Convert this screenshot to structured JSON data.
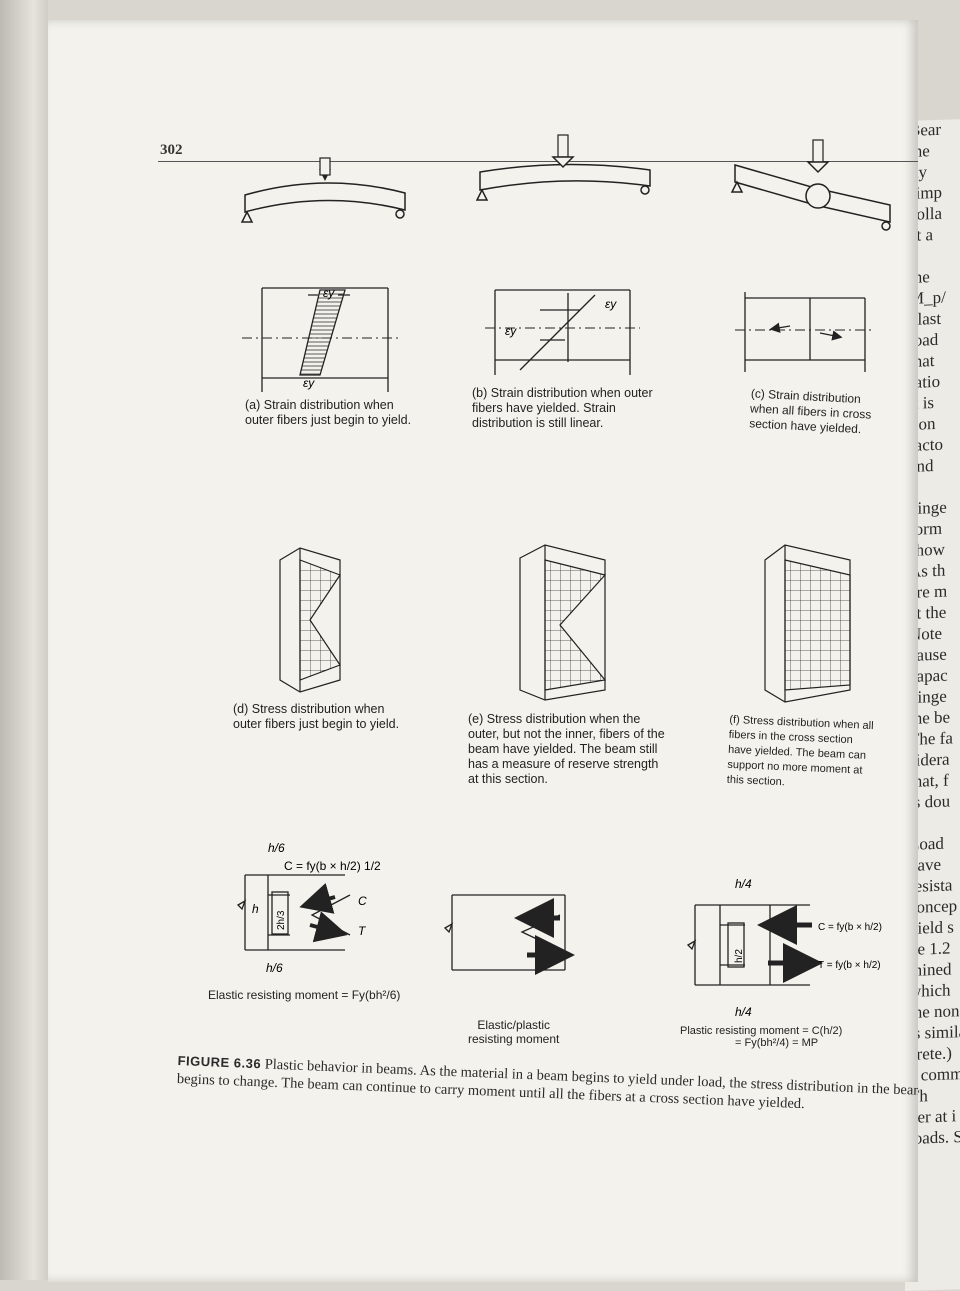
{
  "page": {
    "number": "302",
    "right_page_fragments": [
      "Bear",
      "the",
      "ity",
      "simp",
      "colla",
      "at a",
      "",
      "the",
      "M_p/",
      "plast",
      "load",
      "that",
      "ratio",
      "it is",
      "tion",
      "facto",
      "and",
      "",
      "hinge",
      "form",
      "show",
      "As th",
      "are m",
      "at the",
      "Note",
      "cause",
      "capac",
      "hinge",
      "the be",
      "The fa",
      "sidera",
      "that, f",
      "is dou",
      "",
      "Load",
      "have",
      "resista",
      "concep",
      "yield s",
      "be 1.2",
      "mined",
      "which",
      "the non",
      "is simila",
      "crete.)",
      "a comm",
      "Th",
      "ber at i",
      "loads. S"
    ]
  },
  "figure": {
    "captions": {
      "a": "(a) Strain distribution when outer fibers just begin to yield.",
      "b": "(b) Strain distribution when outer fibers have yielded. Strain distribution is still linear.",
      "c": "(c) Strain distribution when all fibers in cross section have yielded.",
      "d": "(d) Stress distribution when outer fibers just begin to yield.",
      "e": "(e) Stress distribution when the outer, but not the inner, fibers of the beam have yielded. The beam still has a measure of reserve strength at this section.",
      "f": "(f) Stress distribution when all fibers in the cross section have yielded. The beam can support no more moment at this section."
    },
    "labels": {
      "eps_y": "εy",
      "h6_top": "h/6",
      "h6_bottom": "h/6",
      "h": "h",
      "two_h3": "2h/3",
      "C": "C",
      "T": "T",
      "C_formula": "C = fy(b × h/2) 1/2",
      "h4_top": "h/4",
      "h4_bottom": "h/4",
      "h2": "h/2",
      "C_plastic": "C = fy(b × h/2)",
      "T_plastic": "T = fy(b × h/2)"
    },
    "moments": {
      "elastic": "Elastic resisting moment = Fy(bh²/6)",
      "elastic_plastic_1": "Elastic/plastic",
      "elastic_plastic_2": "resisting moment",
      "plastic_1": "Plastic resisting moment = C(h/2)",
      "plastic_2": "= Fy(bh²/4) = MP"
    },
    "caption_label": "FIGURE 6.36",
    "caption_text": "Plastic behavior in beams. As the material in a beam begins to yield under load, the stress distribution in the beam begins to change. The beam can continue to carry moment until all the fibers at a cross section have yielded."
  }
}
